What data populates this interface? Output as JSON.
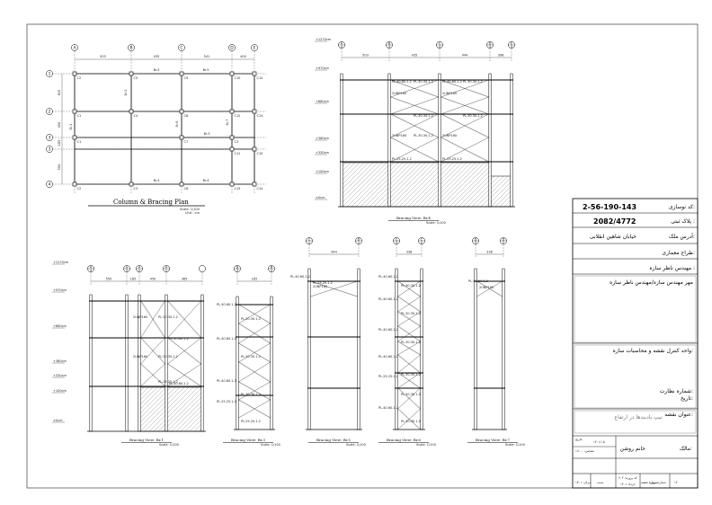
{
  "plan": {
    "grid_cols": [
      "A",
      "B",
      "C",
      "D",
      "E"
    ],
    "grid_rows": [
      "1",
      "2",
      "3",
      "3",
      "4"
    ],
    "dims_top": [
      "503",
      "435",
      "541",
      "400"
    ],
    "dims_left": [
      "915",
      "450",
      "185",
      "550"
    ],
    "columns": [
      "C2",
      "C5",
      "C9",
      "C10",
      "C14",
      "C1",
      "C4",
      "C8",
      "C12",
      "C14",
      "C1",
      "C7",
      "C3",
      "C11",
      "C15",
      "C2",
      "C3",
      "C6",
      "C13",
      "C14"
    ],
    "braces": [
      "Br.5",
      "Br.5",
      "Br.2",
      "Br.1",
      "Br.6",
      "Br.7",
      "Br.3",
      "Br.4",
      "Br.4"
    ],
    "title": "Column & Bracing Plan",
    "scale": "Scale: 1/100",
    "unit": "Unit : cm"
  },
  "views": {
    "bv4": {
      "title": "Bracing View: Br.4",
      "scale": "Scale: 1/100",
      "levels": [
        "+1270cm",
        "+970cm",
        "+660cm",
        "+360cm",
        "+330cm",
        "+100cm",
        "±0cm"
      ],
      "axes": [
        "A",
        "B",
        "C",
        "D",
        "E"
      ],
      "axis_sub": [
        "4",
        "4",
        "4",
        "4",
        "4"
      ],
      "dims": [
        "503",
        "435",
        "444",
        "398"
      ]
    },
    "bv1": {
      "title": "Bracing View: Br.1",
      "scale": "Scale: 1/100",
      "levels": [
        "+1270cm",
        "+970cm",
        "+660cm",
        "+360cm",
        "+330cm",
        "+100cm",
        "±0cm"
      ],
      "axes": [
        "A",
        "A",
        "A",
        "A"
      ],
      "axis_sub": [
        "4",
        "3",
        "2",
        "1"
      ],
      "dims": [
        "550",
        "185",
        "450",
        "385"
      ]
    },
    "bv3": {
      "title": "Bracing View: Br.3",
      "scale": "Scale: 1/100",
      "axes": [
        "B",
        "B"
      ],
      "axis_sub": [
        "3",
        "2"
      ],
      "dims": [
        "185"
      ]
    },
    "bv5": {
      "title": "Bracing View: Br.5",
      "scale": "Scale: 1/100",
      "axes": [
        "C",
        "D"
      ],
      "axis_sub": [
        "1",
        "1"
      ],
      "dims": [
        "444"
      ]
    },
    "bv6": {
      "title": "Bracing View: Br.6",
      "scale": "Scale: 1/100",
      "axes": [
        "C",
        "C"
      ],
      "axis_sub": [
        "3",
        "2"
      ],
      "dims": [
        "338"
      ]
    },
    "bv7": {
      "title": "Bracing View: Br.7",
      "scale": "Scale: 1/100",
      "axes": [
        "D",
        "D"
      ],
      "axis_sub": [
        "3",
        "2"
      ],
      "dims": [
        "338"
      ]
    }
  },
  "member_labels": [
    "PL.40.60.1.2",
    "PL.30.30.1.2",
    "PL.25.25.1.2",
    "2UNP160"
  ],
  "title_block": {
    "code_label": "کد نوسازی:",
    "code_value": "2-56-190-143",
    "parcel_label": "پلاک ثبتی :",
    "parcel_value": "2082/4772",
    "address_label": "آدرس ملک:",
    "address_value": "خیابان شاهین انقلابی",
    "architect_label": "طراح معماری:",
    "structure_label": "مهندس ناظر سازه :",
    "supervisor_label": "مهر مهندس سازه/مهندس ناظر سازه",
    "control_label": "واحد کنترل نقشه و محاسبات سازه:",
    "approval_label": "شماره نظارت:",
    "date_label": "تاریخ:",
    "drawing_title_label": "عنوان نقشه:",
    "drawing_title": "تیپ بادبندها در ارتفاع",
    "owner_label": "مالک:",
    "owner_value": "خانم روشن",
    "small_cells": [
      "تاریخ:",
      "۱۴۰۱/۰۵",
      "مقیاس: ۱/۱۰۰",
      "شماره نقشه:",
      "۱۲",
      "کد پروژه: ۲۰۴",
      "شیت",
      "شماره پروژه",
      "مرکز: ۱۳۰۱",
      "خرداد ۱۴۰۱"
    ]
  }
}
